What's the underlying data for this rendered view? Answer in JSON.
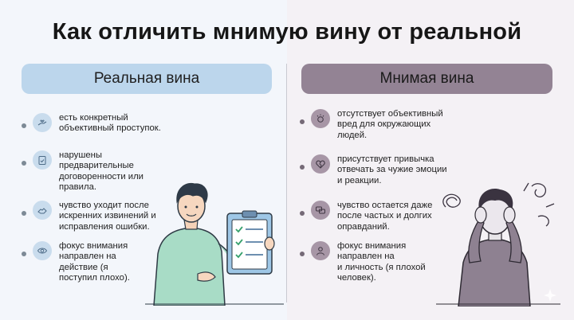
{
  "title": "Как отличить мнимую вину от реальной",
  "left": {
    "heading": "Реальная вина",
    "items": [
      {
        "icon": "hand-heart-icon",
        "lines": [
          "есть конкретный",
          "объективный проступок."
        ]
      },
      {
        "icon": "checklist-icon",
        "lines": [
          "нарушены",
          "предварительные",
          "договоренности или",
          "правила."
        ]
      },
      {
        "icon": "handshake-icon",
        "lines": [
          "чувство уходит после",
          "искренних извинений и",
          "исправления ошибки."
        ]
      },
      {
        "icon": "eye-icon",
        "lines": [
          "фокус внимания",
          "направлен на",
          "действие (я",
          "поступил плохо)."
        ]
      }
    ]
  },
  "right": {
    "heading": "Мнимая вина",
    "items": [
      {
        "icon": "stress-face-icon",
        "lines": [
          "отсутствует объективный",
          "вред для окружающих",
          "людей."
        ]
      },
      {
        "icon": "broken-heart-icon",
        "lines": [
          "присутствует привычка",
          "отвечать за чужие эмоции",
          "и реакции."
        ]
      },
      {
        "icon": "speech-bubbles-icon",
        "lines": [
          "чувство остается даже",
          "после частых и долгих",
          "оправданий."
        ]
      },
      {
        "icon": "person-icon",
        "lines": [
          "фокус внимания",
          "направлен на",
          "и личность (я плохой",
          "человек)."
        ]
      }
    ]
  },
  "colors": {
    "left_pill": "#bcd6ec",
    "right_pill": "#938394",
    "left_figure_shirt": "#a8dcc6",
    "right_figure_shirt": "#8e8191"
  }
}
